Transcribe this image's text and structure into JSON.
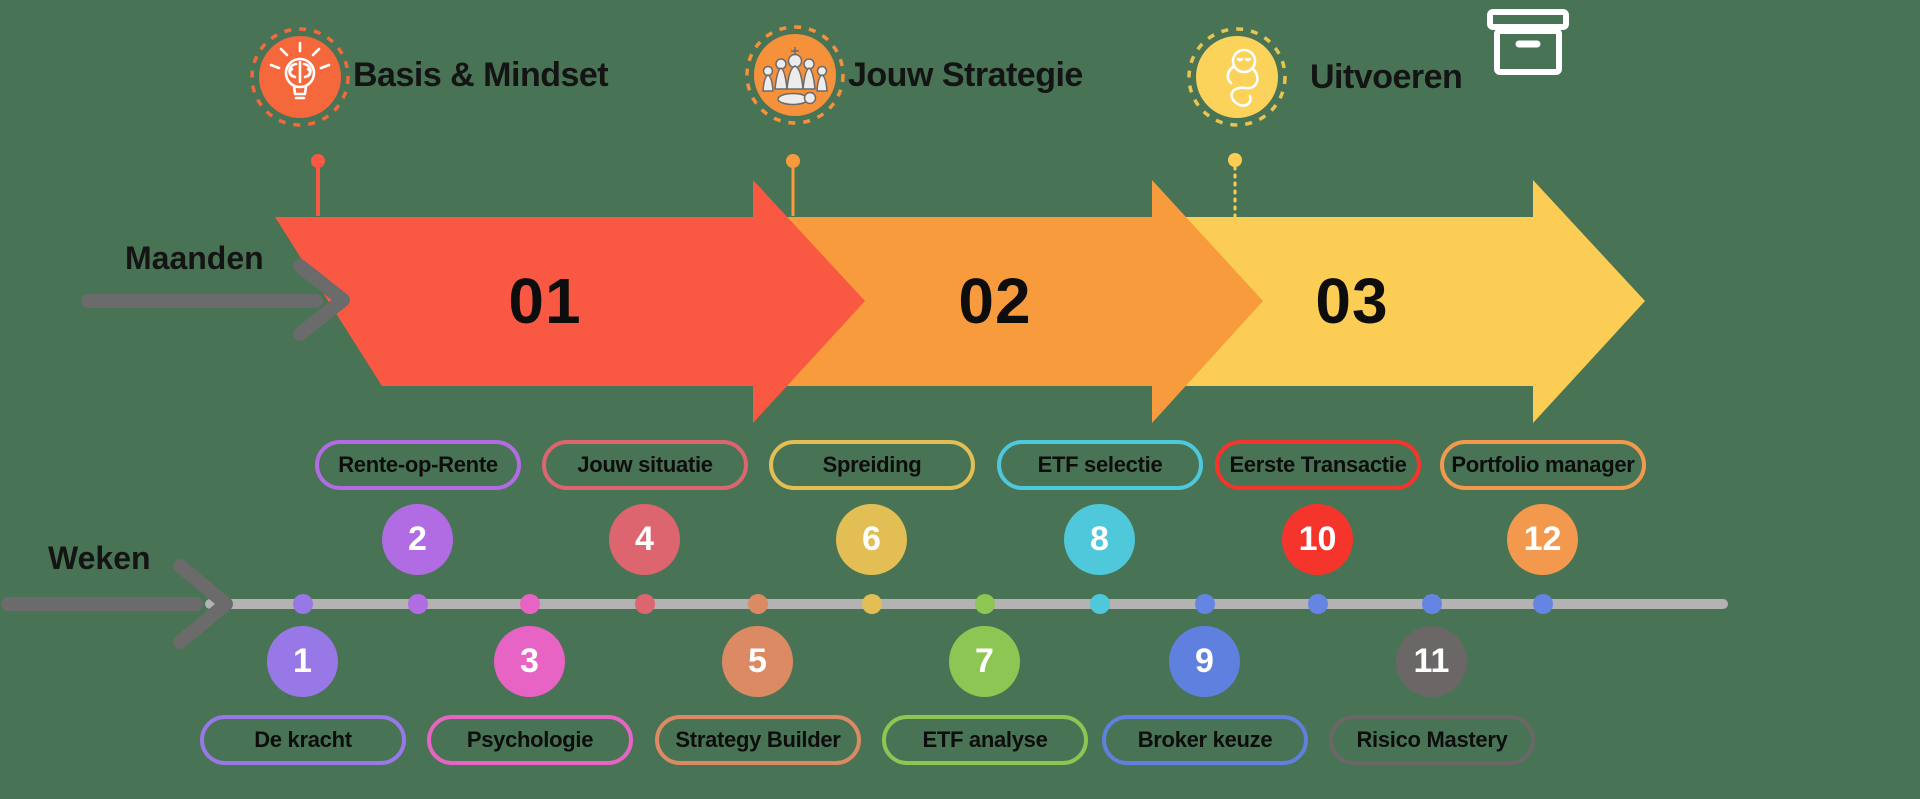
{
  "background_color": "#487455",
  "phases": [
    {
      "number": "01",
      "title": "Basis & Mindset",
      "icon": "lightbulb-brain-icon",
      "arrow_color": "#F95843",
      "icon_circle_color": "#F4683C",
      "icon_ring_color": "#F4683C",
      "marker_color": "#F95843"
    },
    {
      "number": "02",
      "title": "Jouw Strategie",
      "icon": "chess-pieces-icon",
      "arrow_color": "#F89B3C",
      "icon_circle_color": "#F6913B",
      "icon_ring_color": "#F6913B",
      "marker_color": "#F89B3C"
    },
    {
      "number": "03",
      "title": "Uitvoeren",
      "icon": "relaxed-person-icon",
      "arrow_color": "#FBCD55",
      "icon_circle_color": "#FBD35B",
      "icon_ring_color": "#E9C44F",
      "marker_color": "#FBCD55"
    }
  ],
  "axis": {
    "months_label": "Maanden",
    "weeks_label": "Weken",
    "arrow_color": "#6B6B6B",
    "timeline_color": "#B4B2B2"
  },
  "weeks": [
    {
      "num": "1",
      "label": "De kracht",
      "color": "#9878E6",
      "dot_color": "#9878E6",
      "side": "below"
    },
    {
      "num": "2",
      "label": "Rente-op-Rente",
      "color": "#B16CE3",
      "dot_color": "#B16CE3",
      "side": "above"
    },
    {
      "num": "3",
      "label": "Psychologie",
      "color": "#E763C4",
      "dot_color": "#E763C4",
      "side": "below"
    },
    {
      "num": "4",
      "label": "Jouw situatie",
      "color": "#DC6570",
      "dot_color": "#DC6570",
      "side": "above"
    },
    {
      "num": "5",
      "label": "Strategy Builder",
      "color": "#DB8A63",
      "dot_color": "#DB8A63",
      "side": "below"
    },
    {
      "num": "6",
      "label": "Spreiding",
      "color": "#E2BE55",
      "dot_color": "#E2BE55",
      "side": "above"
    },
    {
      "num": "7",
      "label": "ETF analyse",
      "color": "#8DC653",
      "dot_color": "#8DC653",
      "side": "below"
    },
    {
      "num": "8",
      "label": "ETF selectie",
      "color": "#4EC8DA",
      "dot_color": "#4EC8DA",
      "side": "above"
    },
    {
      "num": "9",
      "label": "Broker keuze",
      "color": "#5F80DF",
      "dot_color": "#6585E3",
      "side": "below"
    },
    {
      "num": "10",
      "label": "Eerste Transactie",
      "color": "#F5352C",
      "dot_color": "#6585E3",
      "side": "above"
    },
    {
      "num": "11",
      "label": "Risico Mastery",
      "color": "#6B6767",
      "dot_color": "#6585E3",
      "side": "below"
    },
    {
      "num": "12",
      "label": "Portfolio manager",
      "color": "#F2994E",
      "dot_color": "#6585E3",
      "side": "above"
    }
  ],
  "icons": {
    "archive_box_color": "#FFFFFF"
  }
}
